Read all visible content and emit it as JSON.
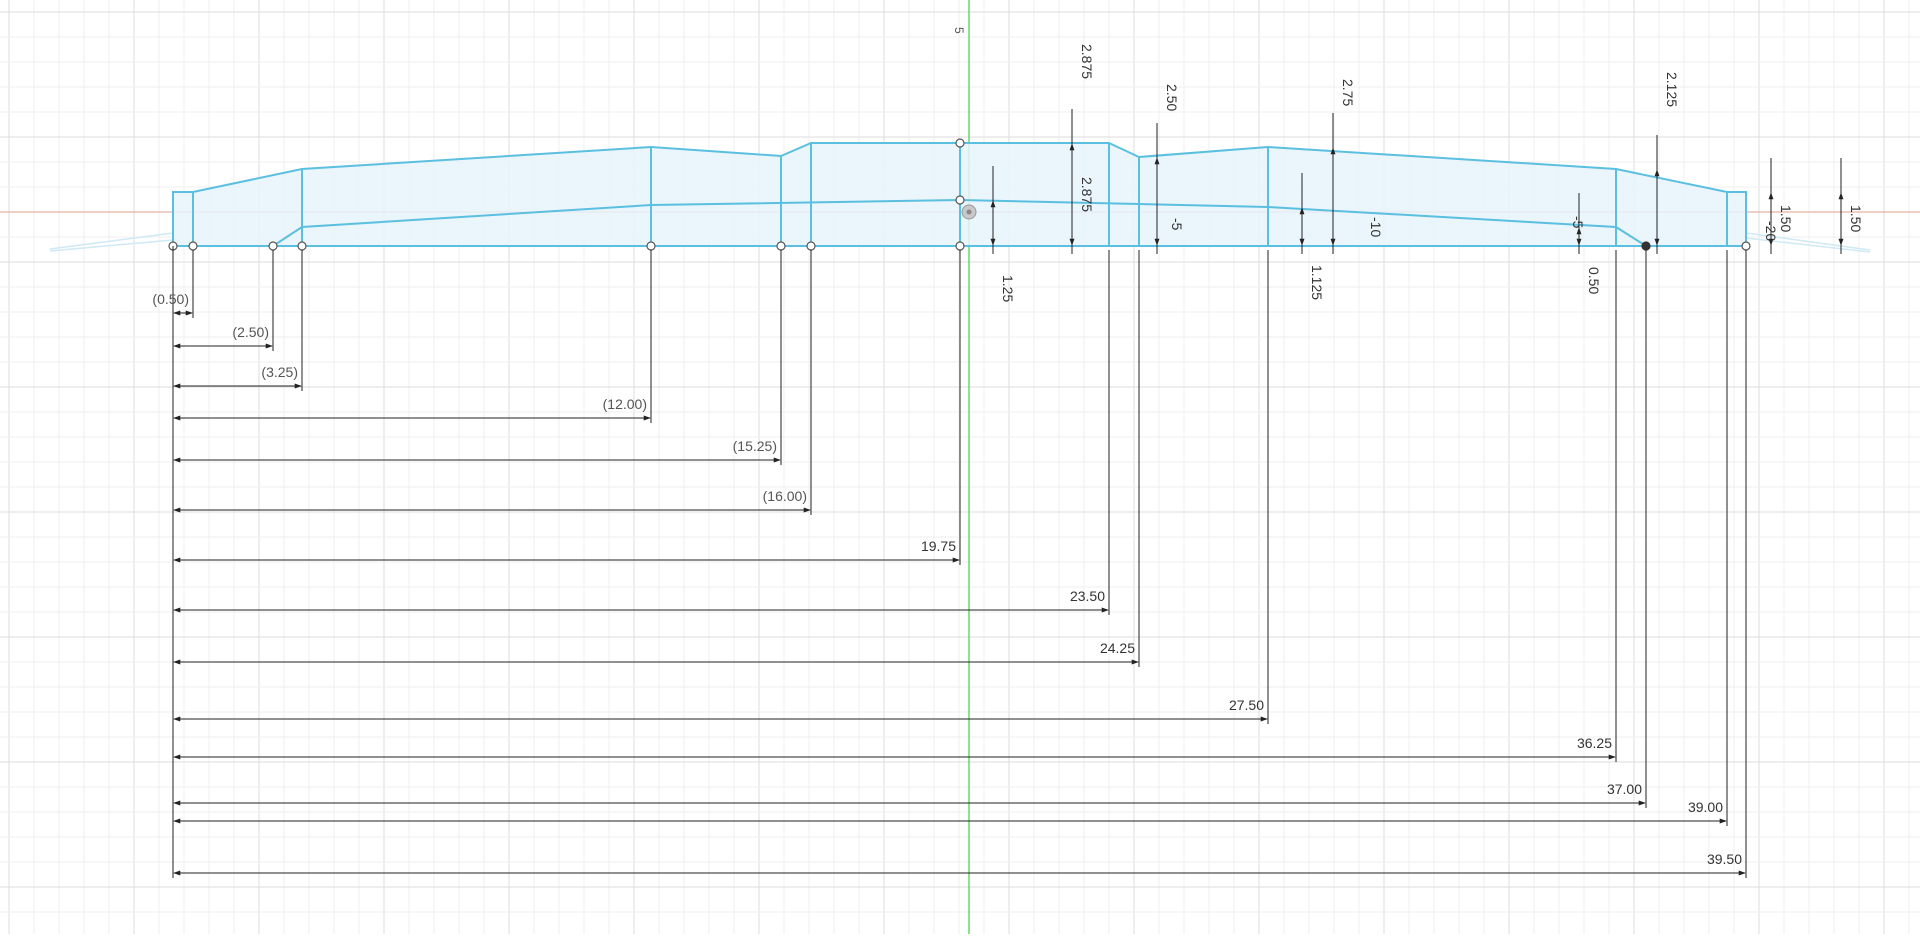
{
  "colors": {
    "background": "#ffffff",
    "grid_minor": "#ececec",
    "grid_major": "#dcdcdc",
    "sketch_line": "#5bbfe0",
    "sketch_fill": "#e6f4fb",
    "dimension": "#222222",
    "axis_green": "#3cd23c",
    "axis_red": "#e2a08a"
  },
  "view_marker": {
    "label": "5"
  },
  "horizontal_dimensions": [
    {
      "label": "(0.50)",
      "reference": true
    },
    {
      "label": "(2.50)",
      "reference": true
    },
    {
      "label": "(3.25)",
      "reference": true
    },
    {
      "label": "(12.00)",
      "reference": true
    },
    {
      "label": "(15.25)",
      "reference": true
    },
    {
      "label": "(16.00)",
      "reference": true
    },
    {
      "label": "19.75",
      "reference": false
    },
    {
      "label": "23.50",
      "reference": false
    },
    {
      "label": "24.25",
      "reference": false
    },
    {
      "label": "27.50",
      "reference": false
    },
    {
      "label": "36.25",
      "reference": false
    },
    {
      "label": "37.00",
      "reference": false
    },
    {
      "label": "39.00",
      "reference": false
    },
    {
      "label": "39.50",
      "reference": false
    }
  ],
  "vertical_dimensions": [
    {
      "label": "2.875"
    },
    {
      "label": "2.50"
    },
    {
      "label": "2.75"
    },
    {
      "label": "2.125"
    },
    {
      "label": "2.875"
    },
    {
      "label": "1.25"
    },
    {
      "label": "1.125"
    },
    {
      "label": "0.50"
    },
    {
      "label": "1.50"
    },
    {
      "label": "1.50"
    }
  ],
  "angle_dimensions": [
    {
      "label": "-5"
    },
    {
      "label": "-10"
    },
    {
      "label": "-5"
    },
    {
      "label": "-20"
    }
  ]
}
